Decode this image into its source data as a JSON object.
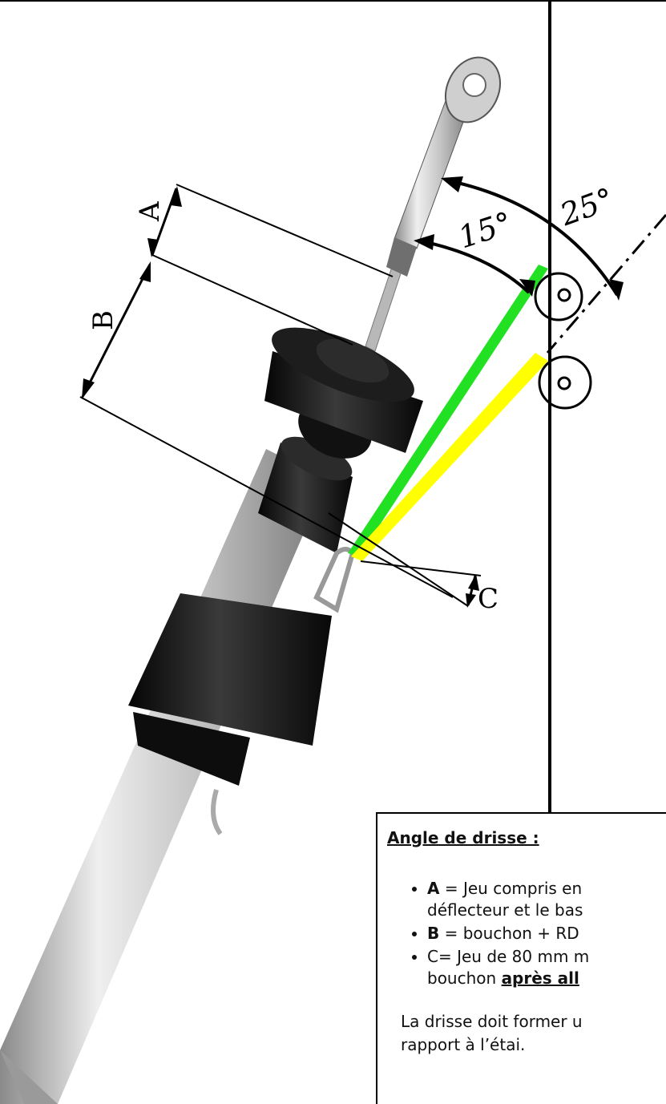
{
  "diagram": {
    "angles": {
      "small": "15°",
      "large": "25°"
    },
    "dimensions": {
      "a": "A",
      "b": "B",
      "c": "C"
    },
    "colors": {
      "green_halyard": "#22e022",
      "yellow_halyard": "#ffff00",
      "stay_line": "#000000",
      "spar_metal": "#c8c8c8",
      "parts_black": "#151515"
    }
  },
  "note": {
    "title": "Angle de drisse :",
    "items": [
      {
        "key": "A",
        "text": " = Jeu compris en\ndéflecteur et le bas"
      },
      {
        "key": "B",
        "text": " = bouchon + RD"
      },
      {
        "key": "",
        "text": "C= Jeu de 80 mm m\nbouchon ",
        "emphasis": "après all"
      }
    ],
    "conclusion": "La drisse doit former u\nrapport à l’étai."
  }
}
